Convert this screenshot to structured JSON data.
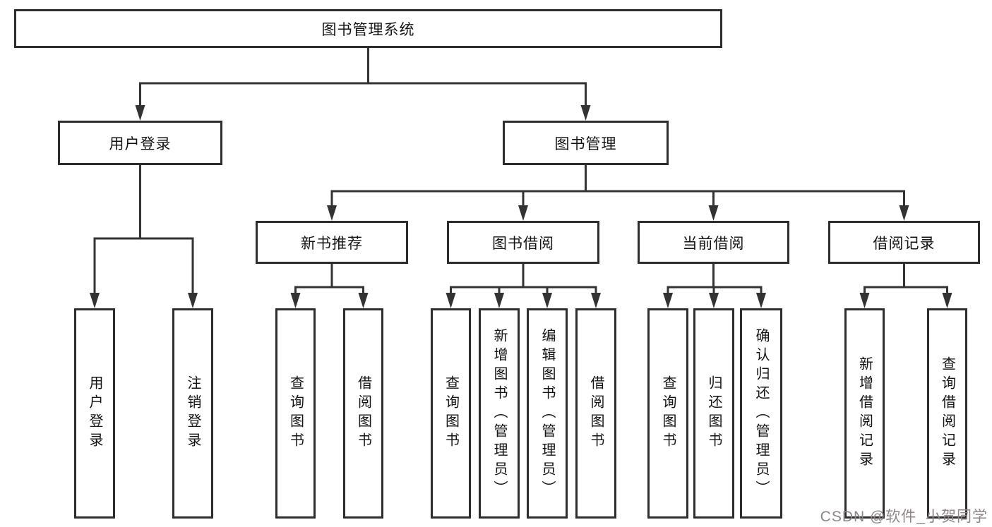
{
  "diagram": {
    "title": "图书管理系统",
    "tree": {
      "root": {
        "label": "图书管理系统"
      },
      "branches": [
        {
          "label": "用户登录",
          "children": [
            {
              "label": "用户登录"
            },
            {
              "label": "注销登录"
            }
          ]
        },
        {
          "label": "图书管理",
          "children": [
            {
              "label": "新书推荐",
              "children": [
                {
                  "label": "查询图书"
                },
                {
                  "label": "借阅图书"
                }
              ]
            },
            {
              "label": "图书借阅",
              "children": [
                {
                  "label": "查询图书"
                },
                {
                  "label": "新增图书（管理员）"
                },
                {
                  "label": "编辑图书（管理员）"
                },
                {
                  "label": "借阅图书"
                }
              ]
            },
            {
              "label": "当前借阅",
              "children": [
                {
                  "label": "查询图书"
                },
                {
                  "label": "归还图书"
                },
                {
                  "label": "确认归还（管理员）"
                }
              ]
            },
            {
              "label": "借阅记录",
              "children": [
                {
                  "label": "新增借阅记录"
                },
                {
                  "label": "查询借阅记录"
                }
              ]
            }
          ]
        }
      ]
    },
    "colors": {
      "line": "#333333",
      "box_border": "#2d2d2d",
      "text": "#141414",
      "background": "#ffffff",
      "watermark": "#8f8486"
    }
  },
  "watermark": {
    "text": "CSDN @软件_小贺同学"
  }
}
